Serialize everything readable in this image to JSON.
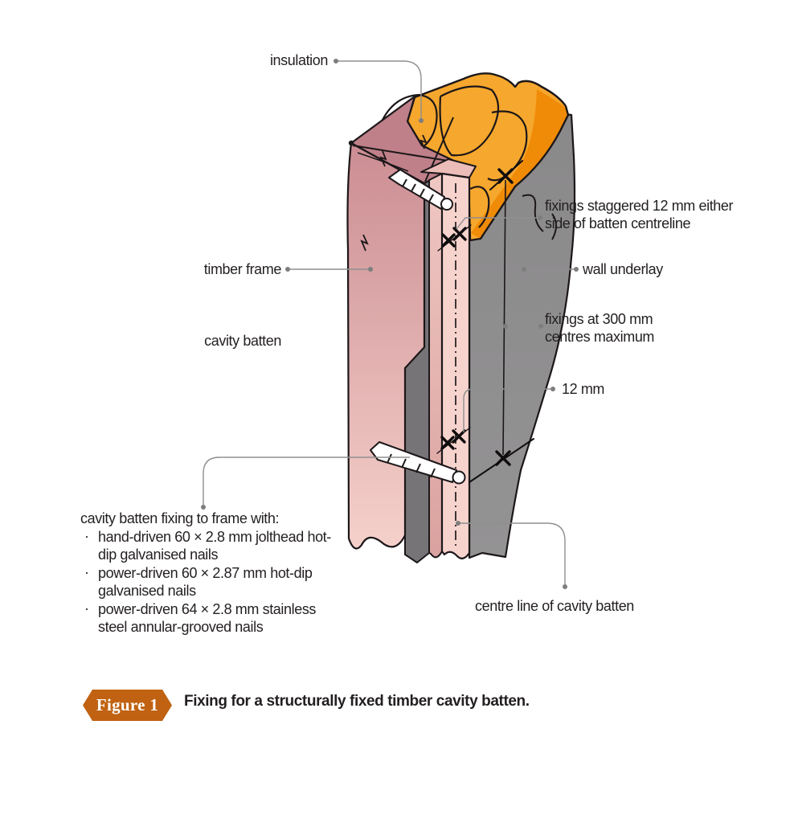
{
  "figure": {
    "badge_label": "Figure 1",
    "caption": "Fixing for a structurally fixed timber cavity batten."
  },
  "labels": {
    "insulation": "insulation",
    "fixings_staggered": "fixings staggered 12 mm either side of batten centreline",
    "timber_frame": "timber frame",
    "wall_underlay": "wall underlay",
    "fixings_centres": "fixings at 300 mm centres maximum",
    "offset": "12 mm",
    "centre_line": "centre line of cavity batten"
  },
  "notes": {
    "bullet": "·",
    "intro": "cavity batten fixing to frame with:",
    "items": [
      "hand-driven 60 × 2.8 mm jolthead hot-dip galvanised nails",
      "power-driven 60 × 2.87 mm hot-dip galvanised nails",
      "power-driven 64 × 2.8 mm stainless steel annular-grooved nails"
    ]
  },
  "colors": {
    "insulation_orange": "#F6A72D",
    "insulation_edge_orange": "#F08B07",
    "timber_frame_top": "#BF8089",
    "timber_frame_front_top": "#CB8D93",
    "timber_frame_front_bottom": "#F5D0CA",
    "cavity_batten_pink": "#F7D3CE",
    "batten_side_pink": "#DAA29F",
    "underlay_grey": "#8E8D8E",
    "underlay_grey_dark": "#767476",
    "sketch_line": "#1C1719",
    "leader_line": "#8F8F8F",
    "text": "#231F20",
    "badge_orange": "#C06211"
  }
}
